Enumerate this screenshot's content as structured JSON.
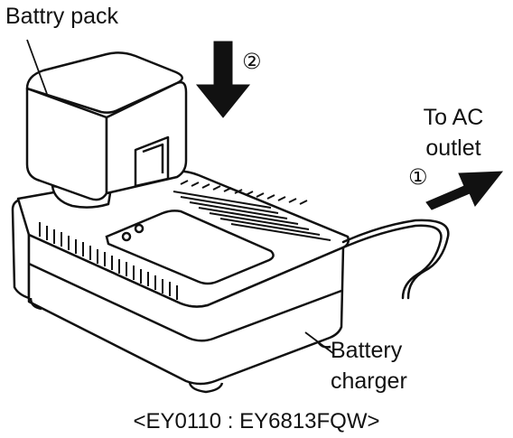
{
  "labels": {
    "battery_pack": "Battry pack",
    "ac_outlet_line1": "To AC",
    "ac_outlet_line2": "outlet",
    "charger_line1": "Battery",
    "charger_line2": "charger",
    "model": "<EY0110 : EY6813FQW>"
  },
  "steps": {
    "step1": "①",
    "step2": "②"
  },
  "colors": {
    "line": "#111111",
    "background": "#ffffff"
  }
}
